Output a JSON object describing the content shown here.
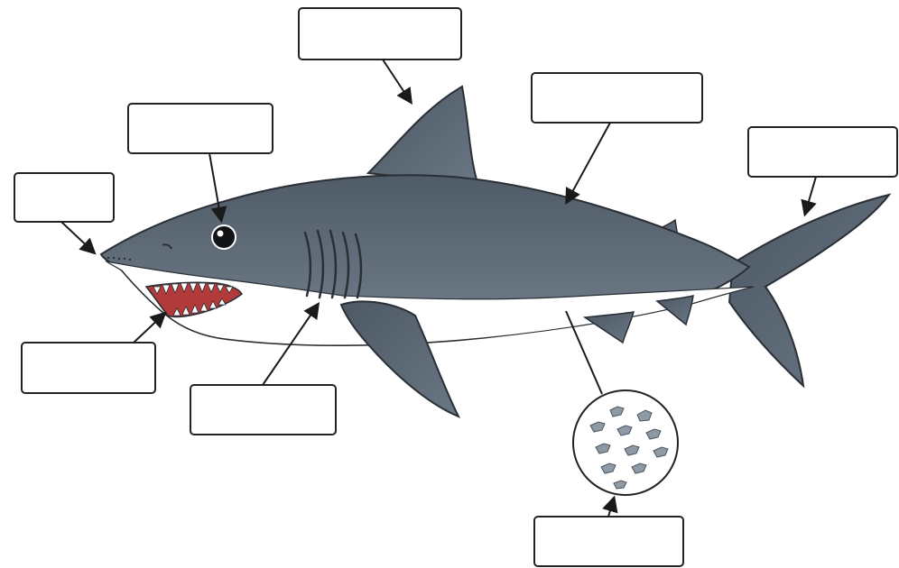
{
  "diagram": {
    "type": "labeling-worksheet",
    "subject_icon": "shark-illustration",
    "colors": {
      "body_dark": "#5a6672",
      "body_light": "#6e7b88",
      "belly": "#ffffff",
      "outline": "#2a2f35",
      "mouth": "#b23a3a",
      "denticle": "#8e9aa6",
      "label_border": "#222222",
      "arrow": "#1a1a1a"
    },
    "labels": [
      {
        "id": "snout",
        "text": ""
      },
      {
        "id": "eye",
        "text": ""
      },
      {
        "id": "dorsal-fin",
        "text": ""
      },
      {
        "id": "back-skin",
        "text": ""
      },
      {
        "id": "caudal-fin",
        "text": ""
      },
      {
        "id": "mouth-teeth",
        "text": ""
      },
      {
        "id": "gill-slits",
        "text": ""
      },
      {
        "id": "denticles",
        "text": ""
      }
    ],
    "magnifier": {
      "icon": "denticles-magnifier-icon"
    }
  }
}
